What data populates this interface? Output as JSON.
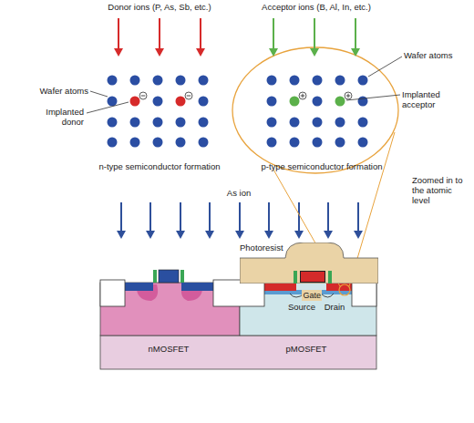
{
  "diagram": {
    "nodes": [
      {
        "text": [
          "Photoresist"
        ]
      },
      {
        "text": [
          "Gate"
        ],
        "in": 0
      }
    ],
    "labels": [
      "Donor ions (P, As, Sb, etc.)",
      "Acceptor ions (B, Al, In, etc.)",
      "Wafer atoms",
      "Implanted donor",
      "n-type semiconductor formation",
      "Wafer atoms",
      "Implanted acceptor",
      "p-type semiconductor formation",
      "Zoomed in to the atomic level",
      "As ion",
      "Source",
      "Drain",
      "nMOSFET",
      "pMOSFET"
    ]
  }
}
